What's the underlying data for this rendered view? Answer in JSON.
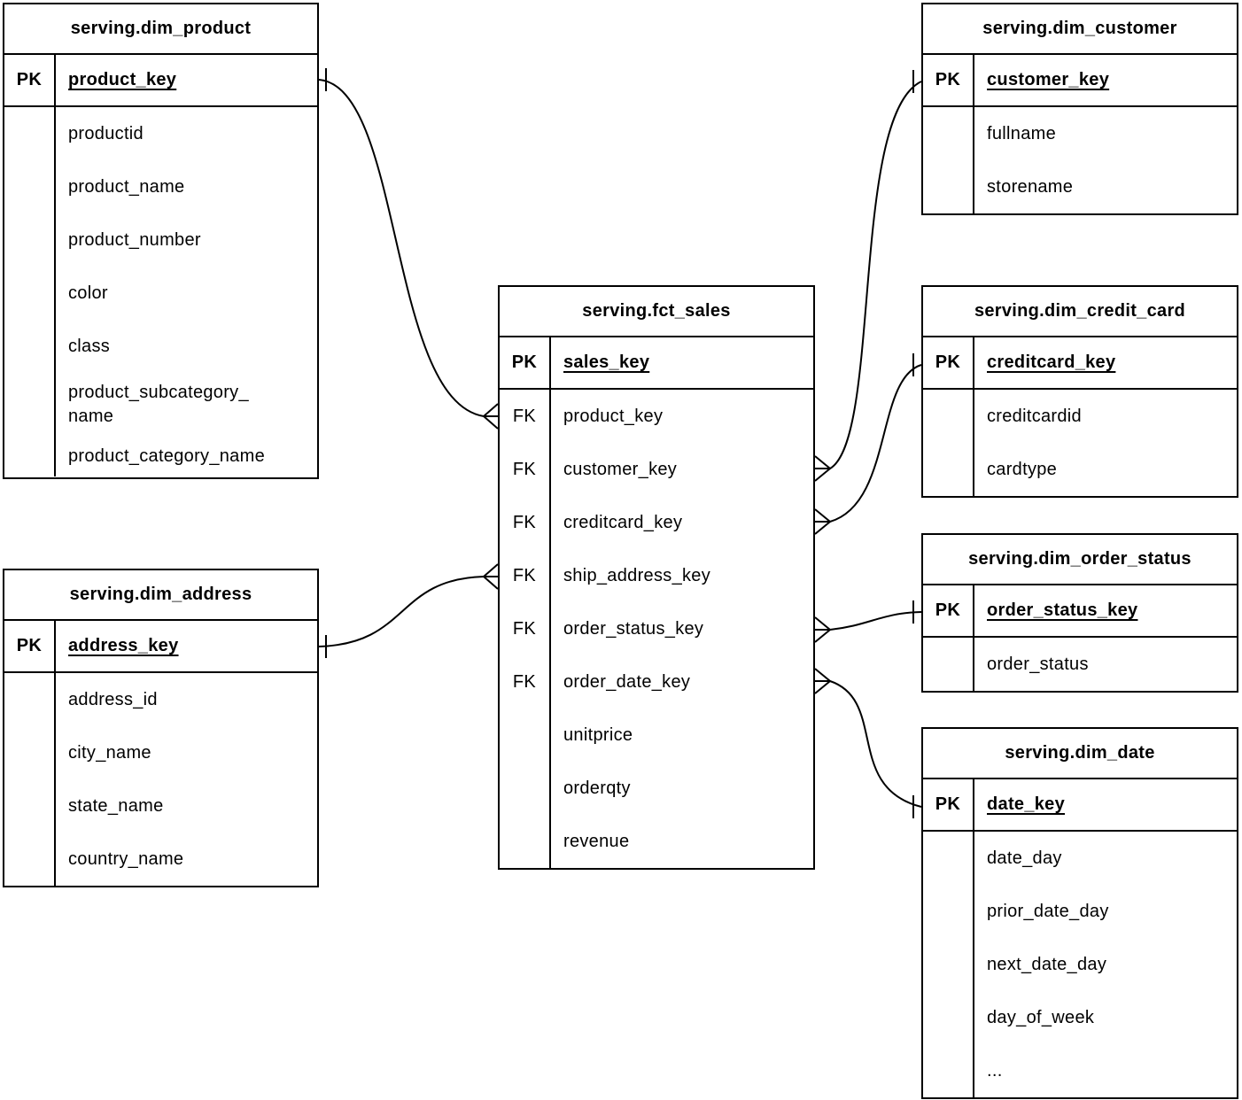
{
  "tables": [
    {
      "title": "serving.dim_product",
      "key_tag": "PK",
      "key_name": "product_key",
      "fields": [
        {
          "name": "productid"
        },
        {
          "name": "product_name"
        },
        {
          "name": "product_number"
        },
        {
          "name": "color"
        },
        {
          "name": "class"
        },
        {
          "name": "product_subcategory_\nname"
        },
        {
          "name": "product_category_name"
        }
      ]
    },
    {
      "title": "serving.dim_customer",
      "key_tag": "PK",
      "key_name": "customer_key",
      "fields": [
        {
          "name": "fullname"
        },
        {
          "name": "storename"
        }
      ]
    },
    {
      "title": "serving.fct_sales",
      "key_tag": "PK",
      "key_name": "sales_key",
      "fields": [
        {
          "tag": "FK",
          "name": "product_key"
        },
        {
          "tag": "FK",
          "name": "customer_key"
        },
        {
          "tag": "FK",
          "name": "creditcard_key"
        },
        {
          "tag": "FK",
          "name": "ship_address_key"
        },
        {
          "tag": "FK",
          "name": "order_status_key"
        },
        {
          "tag": "FK",
          "name": "order_date_key"
        },
        {
          "name": "unitprice"
        },
        {
          "name": "orderqty"
        },
        {
          "name": "revenue"
        }
      ]
    },
    {
      "title": "serving.dim_credit_card",
      "key_tag": "PK",
      "key_name": "creditcard_key",
      "fields": [
        {
          "name": "creditcardid"
        },
        {
          "name": "cardtype"
        }
      ]
    },
    {
      "title": "serving.dim_order_status",
      "key_tag": "PK",
      "key_name": "order_status_key",
      "fields": [
        {
          "name": "order_status"
        }
      ]
    },
    {
      "title": "serving.dim_date",
      "key_tag": "PK",
      "key_name": "date_key",
      "fields": [
        {
          "name": "date_day"
        },
        {
          "name": "prior_date_day"
        },
        {
          "name": "next_date_day"
        },
        {
          "name": "day_of_week"
        },
        {
          "name": "..."
        }
      ]
    },
    {
      "title": "serving.dim_address",
      "key_tag": "PK",
      "key_name": "address_key",
      "fields": [
        {
          "name": "address_id"
        },
        {
          "name": "city_name"
        },
        {
          "name": "state_name"
        },
        {
          "name": "country_name"
        }
      ]
    }
  ],
  "relationships": [
    {
      "from_table": "serving.fct_sales",
      "from_field": "product_key",
      "to_table": "serving.dim_product",
      "to_field": "product_key",
      "from_cardinality": "many",
      "to_cardinality": "one"
    },
    {
      "from_table": "serving.fct_sales",
      "from_field": "customer_key",
      "to_table": "serving.dim_customer",
      "to_field": "customer_key",
      "from_cardinality": "many",
      "to_cardinality": "one"
    },
    {
      "from_table": "serving.fct_sales",
      "from_field": "creditcard_key",
      "to_table": "serving.dim_credit_card",
      "to_field": "creditcard_key",
      "from_cardinality": "many",
      "to_cardinality": "one"
    },
    {
      "from_table": "serving.fct_sales",
      "from_field": "ship_address_key",
      "to_table": "serving.dim_address",
      "to_field": "address_key",
      "from_cardinality": "many",
      "to_cardinality": "one"
    },
    {
      "from_table": "serving.fct_sales",
      "from_field": "order_status_key",
      "to_table": "serving.dim_order_status",
      "to_field": "order_status_key",
      "from_cardinality": "many",
      "to_cardinality": "one"
    },
    {
      "from_table": "serving.fct_sales",
      "from_field": "order_date_key",
      "to_table": "serving.dim_date",
      "to_field": "date_key",
      "from_cardinality": "many",
      "to_cardinality": "one"
    }
  ],
  "colors": {
    "line": "#000000",
    "background": "#ffffff",
    "text": "#000000"
  }
}
